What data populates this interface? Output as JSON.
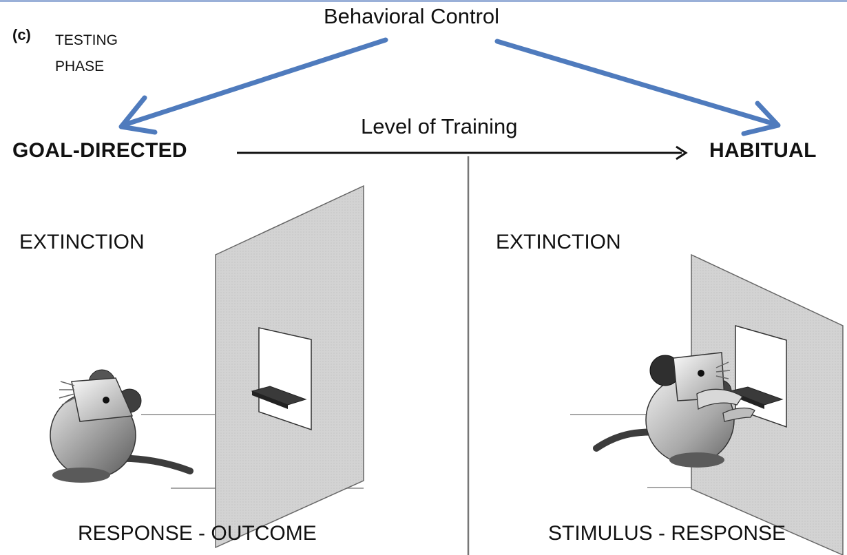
{
  "header": {
    "panel_letter": "(c)",
    "phase_line1": "TESTING",
    "phase_line2": "PHASE",
    "behavioral_control": "Behavioral Control",
    "level_of_training": "Level of Training"
  },
  "axis": {
    "left_label": "GOAL-DIRECTED",
    "right_label": "HABITUAL"
  },
  "left_panel": {
    "condition": "EXTINCTION",
    "association": "RESPONSE - OUTCOME"
  },
  "right_panel": {
    "condition": "EXTINCTION",
    "association": "STIMULUS - RESPONSE"
  },
  "colors": {
    "arrow_blue": "#4f7bbd",
    "panel_gray": "#d2d2d2",
    "top_border": "#9ab0d8"
  }
}
